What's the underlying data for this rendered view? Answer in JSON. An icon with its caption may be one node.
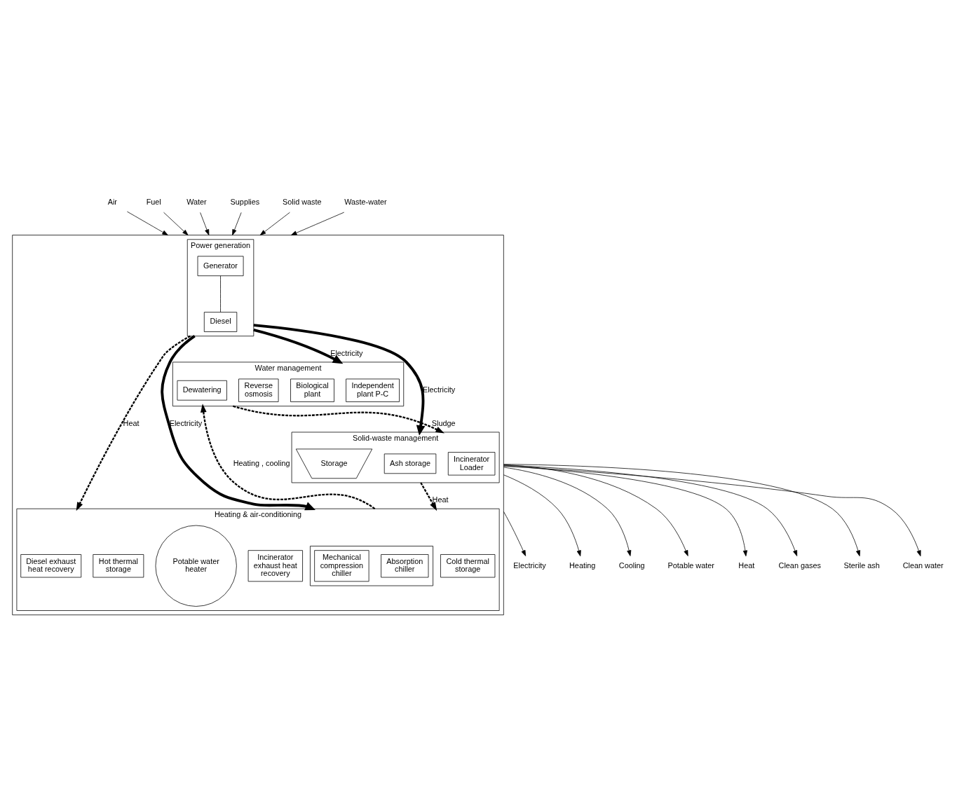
{
  "diagram": {
    "nodes": [
      {
        "text": [],
        "shape": "box"
      },
      {
        "text": [
          "Power generation"
        ],
        "in": 0
      },
      {
        "text": [
          "Generator"
        ],
        "in": 1
      },
      {
        "text": [
          "Diesel"
        ],
        "in": 1
      },
      {
        "text": [
          "Heating & air-conditioning"
        ],
        "in": 0
      },
      {
        "text": [
          "Diesel exhaust heat recovery"
        ],
        "in": 4
      },
      {
        "text": [
          "Incinerator exhaust heat recovery"
        ],
        "in": 4
      },
      {
        "text": [
          "Potable water heater"
        ],
        "in": 4
      },
      {
        "text": [
          "Hot thermal storage"
        ],
        "in": 4
      },
      {
        "text": [],
        "shape": "box",
        "in": 4
      },
      {
        "text": [
          "Absorption chiller"
        ],
        "in": 9
      },
      {
        "text": [
          "Mechanical compression chiller"
        ],
        "in": 9
      },
      {
        "text": [
          "Cold thermal storage"
        ],
        "in": 4
      },
      {
        "text": [
          "Water management"
        ],
        "in": 0
      },
      {
        "text": [
          "Independent plant P-C"
        ],
        "in": 13
      },
      {
        "text": [
          "Biological plant"
        ],
        "in": 13
      },
      {
        "text": [
          "Reverse osmosis"
        ],
        "in": 13
      },
      {
        "text": [
          "Dewatering"
        ],
        "in": 13
      },
      {
        "text": [
          "Solid-waste management"
        ],
        "in": 0
      },
      {
        "text": [
          "Ash storage"
        ],
        "in": 18
      },
      {
        "text": [
          "Incinerator",
          "Loader"
        ],
        "in": 18
      },
      {
        "text": [
          "Storage"
        ],
        "in": 18
      },
      {
        "text": [
          "Air"
        ]
      },
      {
        "text": [
          "Fuel"
        ]
      },
      {
        "text": [
          "Water"
        ]
      },
      {
        "text": [
          "Supplies"
        ]
      },
      {
        "text": [
          "Solid waste"
        ]
      },
      {
        "text": [
          "Waste-water"
        ]
      },
      {
        "text": [
          "Electricity"
        ]
      },
      {
        "text": [
          "Heating"
        ]
      },
      {
        "text": [
          "Cooling"
        ]
      },
      {
        "text": [
          "Potable water"
        ]
      },
      {
        "text": [
          "Heat"
        ]
      },
      {
        "text": [
          "Clean gases"
        ]
      },
      {
        "text": [
          "Sterile ash"
        ]
      },
      {
        "text": [
          "Clean water"
        ]
      }
    ],
    "edges": [
      {
        "from": 2,
        "to": 3,
        "arrow": "none"
      },
      {
        "from": 1,
        "to": 4,
        "arrow": "to",
        "label": "Heat",
        "style": "dashed"
      },
      {
        "from": 1,
        "to": 4,
        "arrow": "to",
        "label": "Electricity",
        "style": "thick"
      },
      {
        "from": 1,
        "to": 13,
        "arrow": "to",
        "label": "Electricity",
        "style": "thick"
      },
      {
        "from": 1,
        "to": 18,
        "arrow": "to",
        "label": "Electricity",
        "style": "thick"
      },
      {
        "from": 4,
        "to": 13,
        "arrow": "to",
        "label": "Heating , cooling",
        "style": "dashed"
      },
      {
        "from": 18,
        "to": 4,
        "arrow": "to",
        "label": "Heat",
        "style": "dashed"
      },
      {
        "from": 13,
        "to": 18,
        "arrow": "to",
        "label": "Sludge",
        "style": "dashed"
      },
      {
        "from": 22,
        "to": 0,
        "arrow": "to"
      },
      {
        "from": 23,
        "to": 0,
        "arrow": "to"
      },
      {
        "from": 24,
        "to": 0,
        "arrow": "to"
      },
      {
        "from": 25,
        "to": 0,
        "arrow": "to"
      },
      {
        "from": 26,
        "to": 0,
        "arrow": "to"
      },
      {
        "from": 27,
        "to": 0,
        "arrow": "to"
      },
      {
        "from": 0,
        "to": 28,
        "arrow": "to"
      },
      {
        "from": 0,
        "to": 29,
        "arrow": "to"
      },
      {
        "from": 0,
        "to": 30,
        "arrow": "to"
      },
      {
        "from": 0,
        "to": 31,
        "arrow": "to"
      },
      {
        "from": 0,
        "to": 32,
        "arrow": "to"
      },
      {
        "from": 0,
        "to": 33,
        "arrow": "to"
      },
      {
        "from": 0,
        "to": 34,
        "arrow": "to"
      },
      {
        "from": 0,
        "to": 35,
        "arrow": "to"
      }
    ]
  }
}
